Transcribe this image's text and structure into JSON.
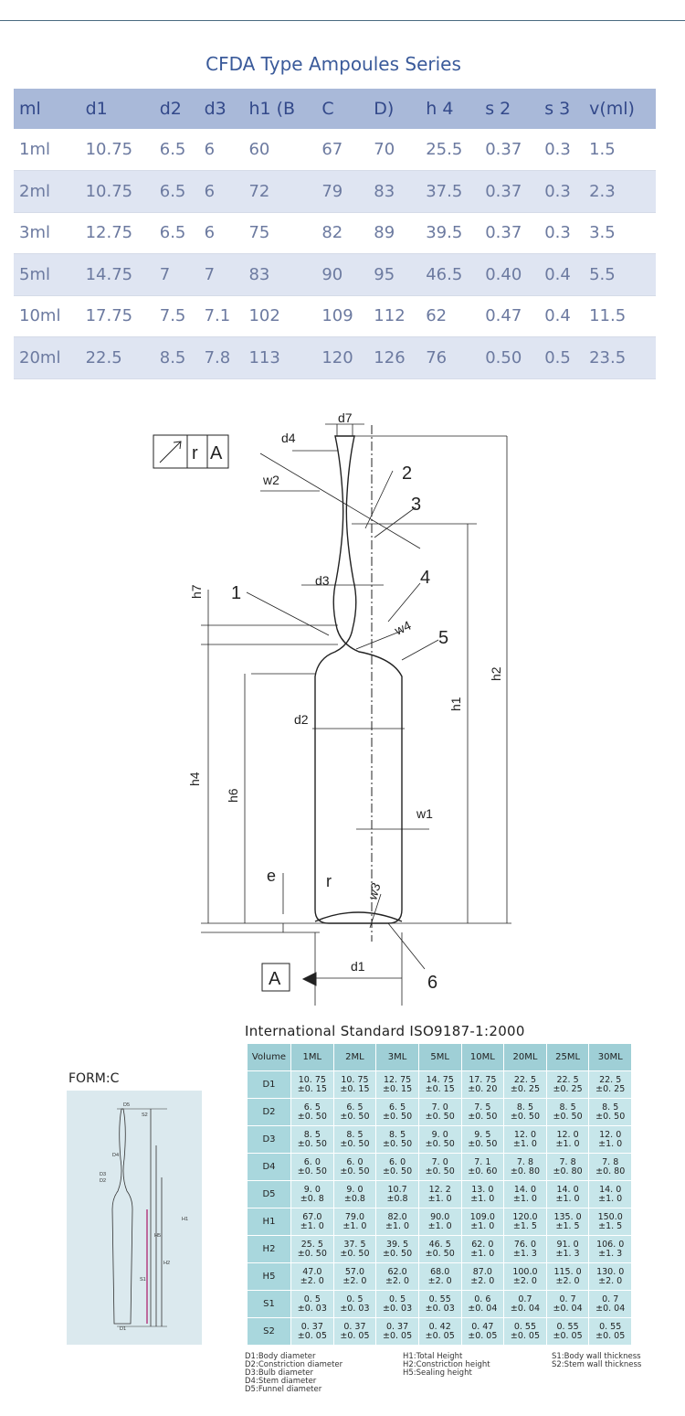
{
  "title": "CFDA Type Ampoules Series",
  "spec_table": {
    "headers": [
      "ml",
      "d1",
      "d2",
      "d3",
      "h1 (B",
      "C",
      "D)",
      "h 4",
      "s 2",
      "s 3",
      "v(ml)"
    ],
    "rows": [
      [
        "1ml",
        "10.75",
        "6.5",
        "6",
        "60",
        "67",
        "70",
        "25.5",
        "0.37",
        "0.3",
        "1.5"
      ],
      [
        "2ml",
        "10.75",
        "6.5",
        "6",
        "72",
        "79",
        "83",
        "37.5",
        "0.37",
        "0.3",
        "2.3"
      ],
      [
        "3ml",
        "12.75",
        "6.5",
        "6",
        "75",
        "82",
        "89",
        "39.5",
        "0.37",
        "0.3",
        "3.5"
      ],
      [
        "5ml",
        "14.75",
        "7",
        "7",
        "83",
        "90",
        "95",
        "46.5",
        "0.40",
        "0.4",
        "5.5"
      ],
      [
        "10ml",
        "17.75",
        "7.5",
        "7.1",
        "102",
        "109",
        "112",
        "62",
        "0.47",
        "0.4",
        "11.5"
      ],
      [
        "20ml",
        "22.5",
        "8.5",
        "7.8",
        "113",
        "120",
        "126",
        "76",
        "0.50",
        "0.5",
        "23.5"
      ]
    ]
  },
  "drawing_labels": {
    "d7": "d7",
    "d4": "d4",
    "w2": "w2",
    "d3": "d3",
    "h7": "h7",
    "w4": "w4",
    "d2": "d2",
    "h4": "h4",
    "h6": "h6",
    "h1": "h1",
    "h2": "h2",
    "w1": "w1",
    "e": "e",
    "r": "r",
    "w3": "w3",
    "d1": "d1",
    "n1": "1",
    "n2": "2",
    "n3": "3",
    "n4": "4",
    "n5": "5",
    "n6": "6",
    "datum_a": "A",
    "tol_r": "r",
    "tol_a": "A"
  },
  "form_label": "FORM:C",
  "form_drawing_labels": [
    "D5",
    "S2",
    "D4",
    "D3",
    "D2",
    "H1",
    "H5",
    "H2",
    "S1",
    "D1"
  ],
  "iso_title": "International Standard ISO9187-1:2000",
  "iso_table": {
    "headers": [
      "Volume",
      "1ML",
      "2ML",
      "3ML",
      "5ML",
      "10ML",
      "20ML",
      "25ML",
      "30ML"
    ],
    "rows": [
      {
        "label": "D1",
        "cells": [
          [
            "10. 75",
            "±0. 15"
          ],
          [
            "10. 75",
            "±0. 15"
          ],
          [
            "12. 75",
            "±0. 15"
          ],
          [
            "14. 75",
            "±0. 15"
          ],
          [
            "17. 75",
            "±0. 20"
          ],
          [
            "22. 5",
            "±0. 25"
          ],
          [
            "22. 5",
            "±0. 25"
          ],
          [
            "22. 5",
            "±0. 25"
          ]
        ]
      },
      {
        "label": "D2",
        "cells": [
          [
            "6. 5",
            "±0. 50"
          ],
          [
            "6. 5",
            "±0. 50"
          ],
          [
            "6. 5",
            "±0. 50"
          ],
          [
            "7. 0",
            "±0. 50"
          ],
          [
            "7. 5",
            "±0. 50"
          ],
          [
            "8. 5",
            "±0. 50"
          ],
          [
            "8. 5",
            "±0. 50"
          ],
          [
            "8. 5",
            "±0. 50"
          ]
        ]
      },
      {
        "label": "D3",
        "cells": [
          [
            "8. 5",
            "±0. 50"
          ],
          [
            "8. 5",
            "±0. 50"
          ],
          [
            "8. 5",
            "±0. 50"
          ],
          [
            "9. 0",
            "±0. 50"
          ],
          [
            "9. 5",
            "±0. 50"
          ],
          [
            "12. 0",
            "±1. 0"
          ],
          [
            "12. 0",
            "±1. 0"
          ],
          [
            "12. 0",
            "±1. 0"
          ]
        ]
      },
      {
        "label": "D4",
        "cells": [
          [
            "6. 0",
            "±0. 50"
          ],
          [
            "6. 0",
            "±0. 50"
          ],
          [
            "6. 0",
            "±0. 50"
          ],
          [
            "7. 0",
            "±0. 50"
          ],
          [
            "7. 1",
            "±0. 60"
          ],
          [
            "7. 8",
            "±0. 80"
          ],
          [
            "7. 8",
            "±0. 80"
          ],
          [
            "7. 8",
            "±0. 80"
          ]
        ]
      },
      {
        "label": "D5",
        "cells": [
          [
            "9. 0",
            "±0. 8"
          ],
          [
            "9. 0",
            "±0.8"
          ],
          [
            "10.7",
            "±0.8"
          ],
          [
            "12. 2",
            "±1. 0"
          ],
          [
            "13. 0",
            "±1. 0"
          ],
          [
            "14. 0",
            "±1. 0"
          ],
          [
            "14. 0",
            "±1. 0"
          ],
          [
            "14. 0",
            "±1. 0"
          ]
        ]
      },
      {
        "label": "H1",
        "cells": [
          [
            "67.0",
            "±1. 0"
          ],
          [
            "79.0",
            "±1. 0"
          ],
          [
            "82.0",
            "±1. 0"
          ],
          [
            "90.0",
            "±1. 0"
          ],
          [
            "109.0",
            "±1. 0"
          ],
          [
            "120.0",
            "±1. 5"
          ],
          [
            "135. 0",
            "±1. 5"
          ],
          [
            "150.0",
            "±1. 5"
          ]
        ]
      },
      {
        "label": "H2",
        "cells": [
          [
            "25. 5",
            "±0. 50"
          ],
          [
            "37. 5",
            "±0. 50"
          ],
          [
            "39. 5",
            "±0. 50"
          ],
          [
            "46. 5",
            "±0. 50"
          ],
          [
            "62. 0",
            "±1. 0"
          ],
          [
            "76. 0",
            "±1. 3"
          ],
          [
            "91. 0",
            "±1. 3"
          ],
          [
            "106. 0",
            "±1. 3"
          ]
        ]
      },
      {
        "label": "H5",
        "cells": [
          [
            "47.0",
            "±2. 0"
          ],
          [
            "57.0",
            "±2. 0"
          ],
          [
            "62.0",
            "±2. 0"
          ],
          [
            "68.0",
            "±2. 0"
          ],
          [
            "87.0",
            "±2. 0"
          ],
          [
            "100.0",
            "±2. 0"
          ],
          [
            "115. 0",
            "±2. 0"
          ],
          [
            "130. 0",
            "±2. 0"
          ]
        ]
      },
      {
        "label": "S1",
        "cells": [
          [
            "0. 5",
            "±0. 03"
          ],
          [
            "0. 5",
            "±0. 03"
          ],
          [
            "0. 5",
            "±0. 03"
          ],
          [
            "0. 55",
            "±0. 03"
          ],
          [
            "0. 6",
            "±0. 04"
          ],
          [
            "0.7",
            "±0. 04"
          ],
          [
            "0. 7",
            "±0. 04"
          ],
          [
            "0. 7",
            "±0. 04"
          ]
        ]
      },
      {
        "label": "S2",
        "cells": [
          [
            "0. 37",
            "±0. 05"
          ],
          [
            "0. 37",
            "±0. 05"
          ],
          [
            "0. 37",
            "±0. 05"
          ],
          [
            "0. 42",
            "±0. 05"
          ],
          [
            "0. 47",
            "±0. 05"
          ],
          [
            "0. 55",
            "±0. 05"
          ],
          [
            "0. 55",
            "±0. 05"
          ],
          [
            "0. 55",
            "±0. 05"
          ]
        ]
      }
    ]
  },
  "legend": {
    "col1": [
      "D1:Body diameter",
      "D2:Constriction diameter",
      "D3:Bulb diameter",
      "D4:Stem diameter",
      "D5:Funnel diameter"
    ],
    "col2": [
      "H1:Total Height",
      "H2:Constriction height",
      "H5:Sealing height"
    ],
    "col3": [
      "S1:Body wall thickness",
      "S2:Stem wall thickness"
    ]
  }
}
